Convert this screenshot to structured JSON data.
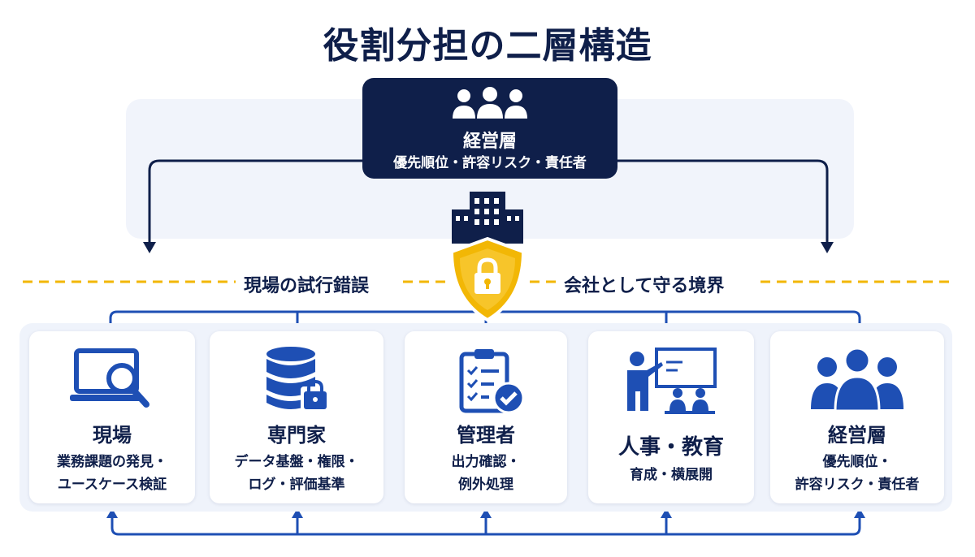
{
  "title": "役割分担の二層構造",
  "executive": {
    "name": "経営層",
    "desc": "優先順位・許容リスク・責任者",
    "icon": "people-group-icon"
  },
  "divider": {
    "left_label": "現場の試行錯誤",
    "right_label": "会社として守る境界",
    "center_icon": "building-shield-lock-icon"
  },
  "cards": [
    {
      "name": "現場",
      "desc_line1": "業務課題の発見・",
      "desc_line2": "ユースケース検証",
      "icon": "laptop-search-icon"
    },
    {
      "name": "専門家",
      "desc_line1": "データ基盤・権限・",
      "desc_line2": "ログ・評価基準",
      "icon": "database-lock-icon"
    },
    {
      "name": "管理者",
      "desc_line1": "出力確認・",
      "desc_line2": "例外処理",
      "icon": "clipboard-check-icon"
    },
    {
      "name": "人事・教育",
      "desc_line1": "育成・横展開",
      "icon": "teacher-board-icon"
    },
    {
      "name": "経営層",
      "desc_line1": "優先順位・",
      "desc_line2": "許容リスク・責任者",
      "icon": "people-group-icon"
    }
  ],
  "colors": {
    "navy": "#0f1f4a",
    "blue": "#1e4fb4",
    "gold": "#f2b705",
    "band": "#f1f4fb"
  }
}
